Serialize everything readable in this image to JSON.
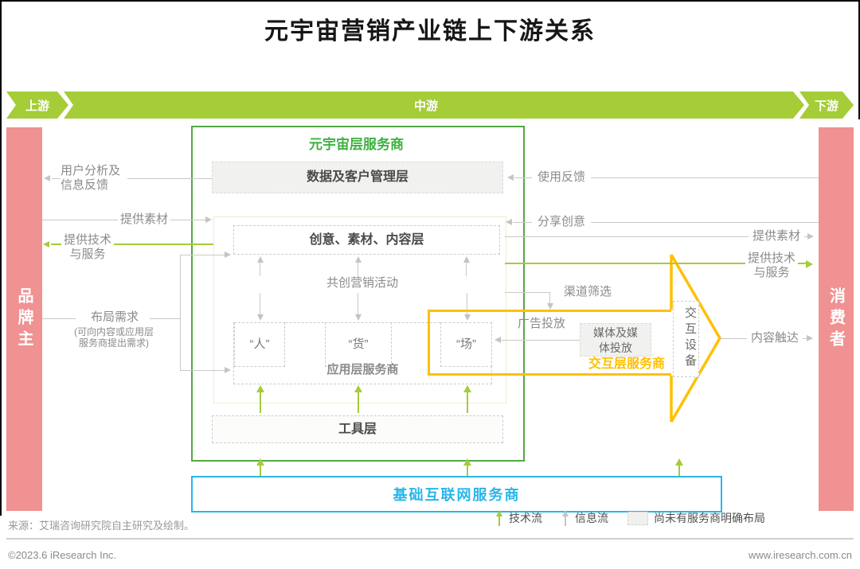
{
  "title": "元宇宙营销产业链上下游关系",
  "band": {
    "upstream": "上游",
    "midstream": "中游",
    "downstream": "下游"
  },
  "actors": {
    "brand": "品牌主",
    "consumer": "消费者"
  },
  "metaverse": {
    "title": "元宇宙层服务商",
    "data_layer": "数据及客户管理层",
    "content_layer": "创意、素材、内容层",
    "co_creation": "共创营销活动",
    "people": "“人”",
    "goods": "“货”",
    "place": "“场”",
    "app_layer": "应用层服务商",
    "tool_layer": "工具层"
  },
  "interaction": {
    "title": "交互层服务商",
    "media": "媒体及媒体投放",
    "device": "交互设备",
    "channel_select": "渠道筛选",
    "ad_placement": "广告投放"
  },
  "infrastructure": "基础互联网服务商",
  "flows": {
    "user_analysis": "用户分析及信息反馈",
    "provide_material_left": "提供素材",
    "provide_tech_left": "提供技术与服务",
    "layout_demand": "布局需求",
    "layout_demand_note": "(可向内容或应用层服务商提出需求)",
    "usage_feedback": "使用反馈",
    "share_ideas": "分享创意",
    "provide_material_right": "提供素材",
    "provide_tech_right": "提供技术与服务",
    "content_reach": "内容触达"
  },
  "legend": {
    "tech_flow": "技术流",
    "info_flow": "信息流",
    "no_provider": "尚未有服务商明确布局"
  },
  "source": "来源：艾瑞咨询研究院自主研究及绘制。",
  "footer": {
    "copyright": "©2023.6 iResearch Inc.",
    "website": "www.iresearch.com.cn"
  },
  "colors": {
    "band_green": "#a4cd37",
    "box_green": "#55a845",
    "pink": "#f09292",
    "yellow": "#ffc000",
    "cyan": "#29b6ea"
  }
}
